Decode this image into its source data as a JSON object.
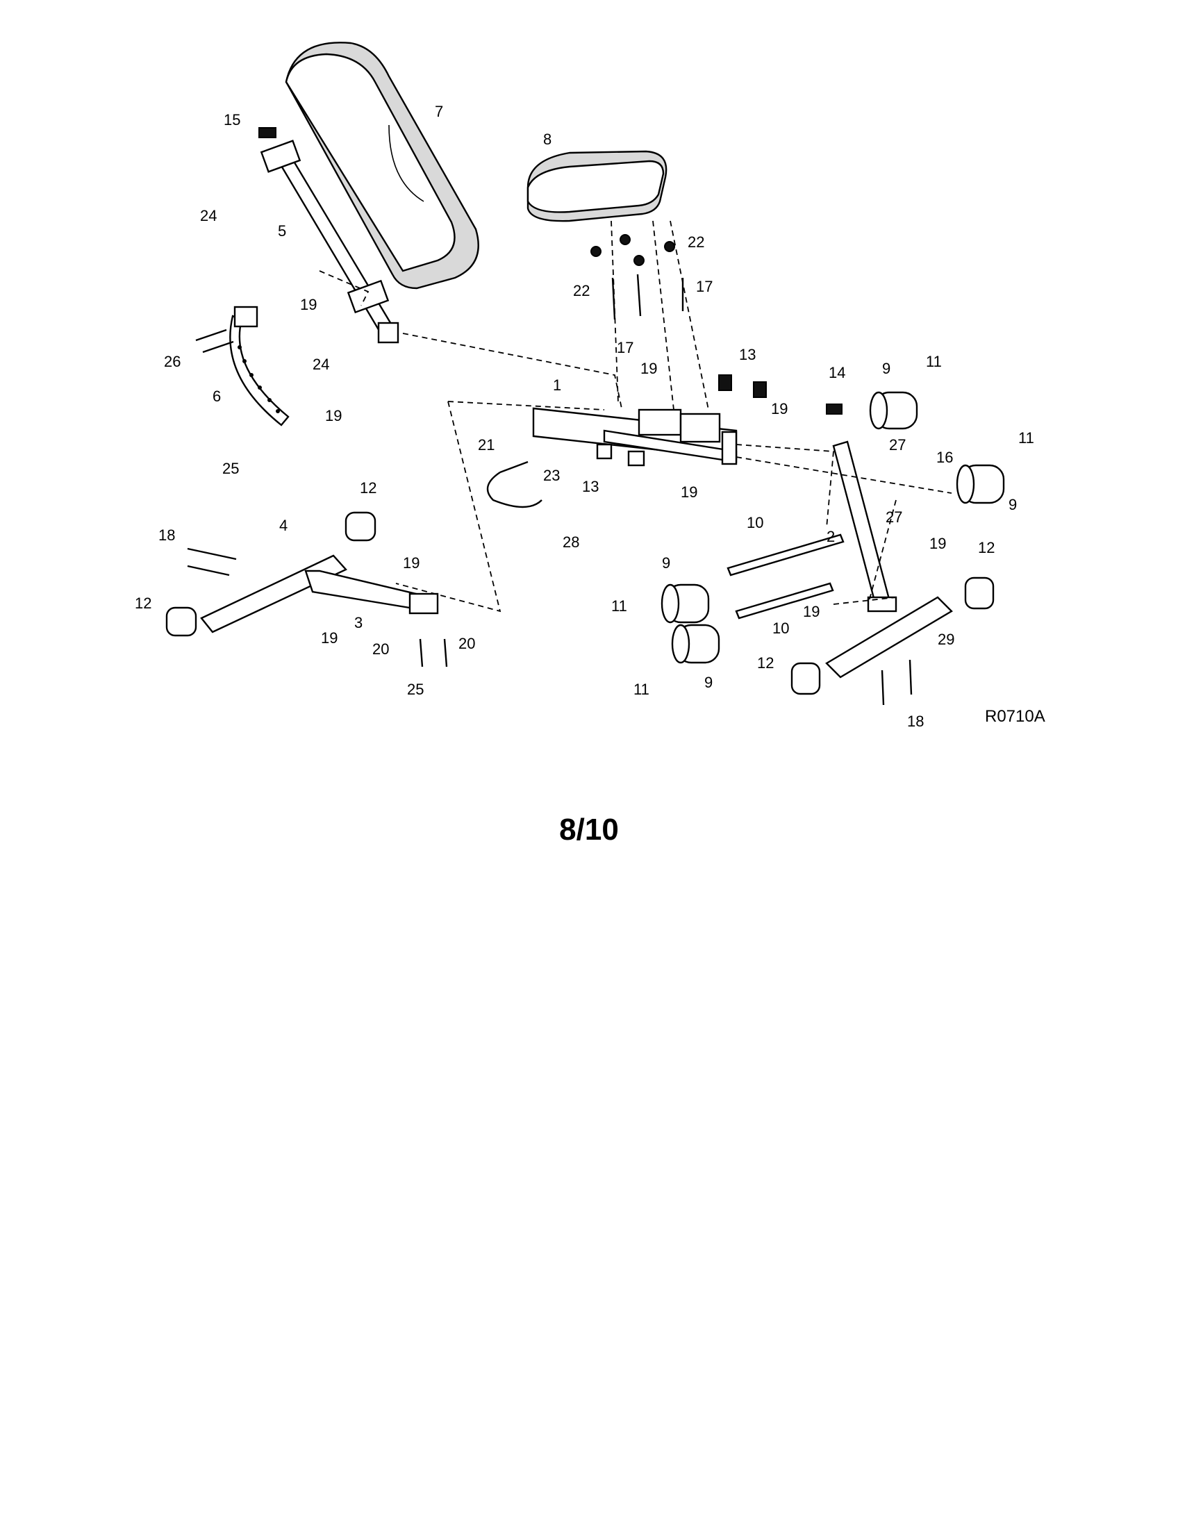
{
  "diagram": {
    "drawing_code": "R0710A",
    "page_number": "8/10",
    "callouts": [
      {
        "id": "c15",
        "text": "15"
      },
      {
        "id": "c7",
        "text": "7"
      },
      {
        "id": "c24a",
        "text": "24"
      },
      {
        "id": "c5",
        "text": "5"
      },
      {
        "id": "c19a",
        "text": "19"
      },
      {
        "id": "c26",
        "text": "26"
      },
      {
        "id": "c24b",
        "text": "24"
      },
      {
        "id": "c6",
        "text": "6"
      },
      {
        "id": "c19b",
        "text": "19"
      },
      {
        "id": "c25a",
        "text": "25"
      },
      {
        "id": "c8",
        "text": "8"
      },
      {
        "id": "c22a",
        "text": "22"
      },
      {
        "id": "c22b",
        "text": "22"
      },
      {
        "id": "c17a",
        "text": "17"
      },
      {
        "id": "c17b",
        "text": "17"
      },
      {
        "id": "c19c",
        "text": "19"
      },
      {
        "id": "c13a",
        "text": "13"
      },
      {
        "id": "c1",
        "text": "1"
      },
      {
        "id": "c19d",
        "text": "19"
      },
      {
        "id": "c21",
        "text": "21"
      },
      {
        "id": "c23",
        "text": "23"
      },
      {
        "id": "c13b",
        "text": "13"
      },
      {
        "id": "c19e",
        "text": "19"
      },
      {
        "id": "c28",
        "text": "28"
      },
      {
        "id": "c14",
        "text": "14"
      },
      {
        "id": "c9a",
        "text": "9"
      },
      {
        "id": "c11a",
        "text": "11"
      },
      {
        "id": "c27a",
        "text": "27"
      },
      {
        "id": "c16",
        "text": "16"
      },
      {
        "id": "c11b",
        "text": "11"
      },
      {
        "id": "c9b",
        "text": "9"
      },
      {
        "id": "c27b",
        "text": "27"
      },
      {
        "id": "c2",
        "text": "2"
      },
      {
        "id": "c19f",
        "text": "19"
      },
      {
        "id": "c10a",
        "text": "10"
      },
      {
        "id": "c9c",
        "text": "9"
      },
      {
        "id": "c11c",
        "text": "11"
      },
      {
        "id": "c10b",
        "text": "10"
      },
      {
        "id": "c19g",
        "text": "19"
      },
      {
        "id": "c12a",
        "text": "12"
      },
      {
        "id": "c29",
        "text": "29"
      },
      {
        "id": "c9d",
        "text": "9"
      },
      {
        "id": "c11d",
        "text": "11"
      },
      {
        "id": "c12b",
        "text": "12"
      },
      {
        "id": "c18a",
        "text": "18"
      },
      {
        "id": "c12c",
        "text": "12"
      },
      {
        "id": "c18b",
        "text": "18"
      },
      {
        "id": "c4",
        "text": "4"
      },
      {
        "id": "c12d",
        "text": "12"
      },
      {
        "id": "c19h",
        "text": "19"
      },
      {
        "id": "c3",
        "text": "3"
      },
      {
        "id": "c19i",
        "text": "19"
      },
      {
        "id": "c20a",
        "text": "20"
      },
      {
        "id": "c20b",
        "text": "20"
      },
      {
        "id": "c25b",
        "text": "25"
      }
    ]
  }
}
